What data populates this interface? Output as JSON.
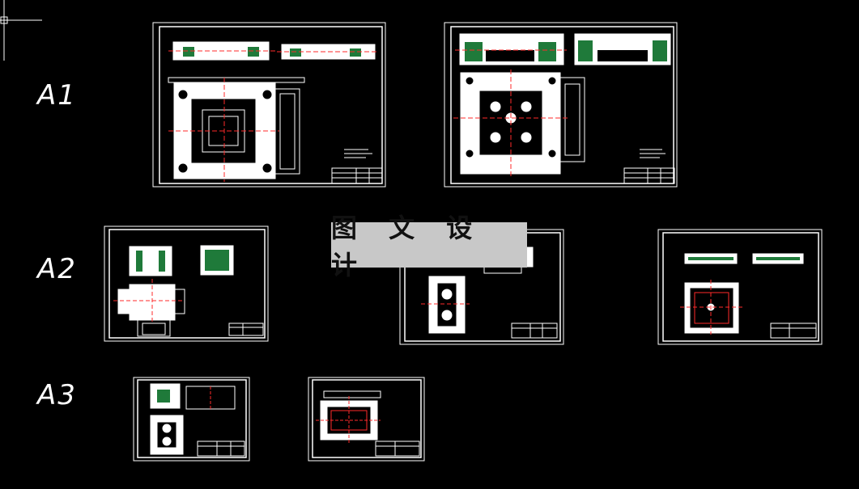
{
  "row_labels": {
    "a1": "A1",
    "a2": "A2",
    "a3": "A3"
  },
  "watermark": "图 文 设 计",
  "colors": {
    "background": "#000000",
    "line": "#ffffff",
    "hatch": "#1f7a3a",
    "center": "#ff2a2a",
    "watermark_bg": "#c8c8c8"
  },
  "icons": {
    "crosshair": "crosshair-cursor-icon"
  }
}
